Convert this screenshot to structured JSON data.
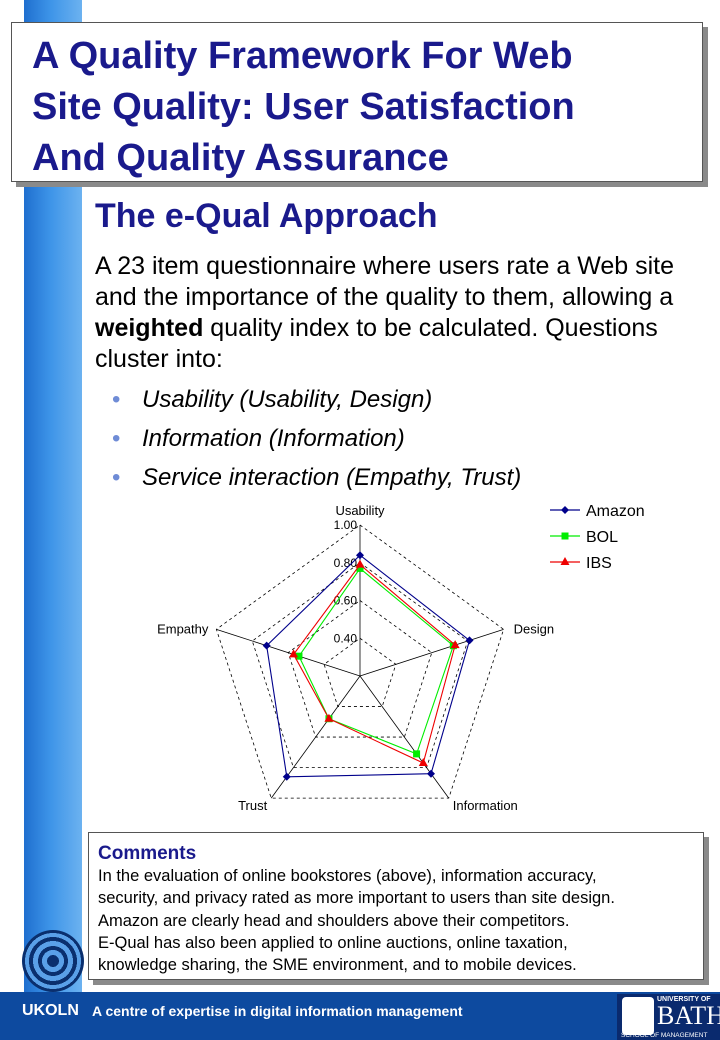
{
  "title_lines": [
    "A Quality Framework For Web",
    "Site Quality: User Satisfaction",
    "And Quality Assurance"
  ],
  "subheading": "The e-Qual Approach",
  "intro": {
    "text_before": "A 23 item questionnaire where users rate a Web site and the importance of the quality to them, allowing a ",
    "bold": "weighted",
    "text_after": " quality index to be calculated. Questions cluster into:"
  },
  "bullets": [
    "Usability (Usability, Design)",
    "Information (Information)",
    "Service interaction (Empathy, Trust)"
  ],
  "bullet_glyph": "•",
  "chart_data": {
    "type": "radar",
    "axes": [
      "Usability",
      "Design",
      "Information",
      "Trust",
      "Empathy"
    ],
    "range": [
      0.2,
      1.0
    ],
    "tick_labels": [
      "0.40",
      "0.60",
      "0.80",
      "1.00"
    ],
    "tick_values": [
      0.4,
      0.6,
      0.8,
      1.0
    ],
    "grid_rings": [
      0.4,
      0.6,
      0.8,
      1.0
    ],
    "legend_position": "top-right",
    "series": [
      {
        "name": "Amazon",
        "color": "#00008b",
        "marker": "diamond",
        "values": [
          0.84,
          0.81,
          0.84,
          0.86,
          0.72
        ]
      },
      {
        "name": "BOL",
        "color": "#00ee00",
        "marker": "square",
        "values": [
          0.77,
          0.72,
          0.71,
          0.48,
          0.54
        ]
      },
      {
        "name": "IBS",
        "color": "#ee0000",
        "marker": "triangle",
        "values": [
          0.79,
          0.73,
          0.77,
          0.48,
          0.57
        ]
      }
    ]
  },
  "comments": {
    "heading": "Comments",
    "lines": [
      "In the evaluation of online bookstores (above), information accuracy,",
      "security, and privacy rated as more important to users than site design.",
      "Amazon are clearly head and shoulders above their competitors.",
      "E-Qual has also been applied to online auctions, online taxation,",
      "knowledge sharing, the SME environment, and to mobile devices."
    ]
  },
  "footer": {
    "org": "UKOLN",
    "tagline": "A centre of expertise in digital information management",
    "university_line": "UNIVERSITY OF",
    "university_name": "BATH",
    "school": "SCHOOL OF MANAGEMENT"
  }
}
